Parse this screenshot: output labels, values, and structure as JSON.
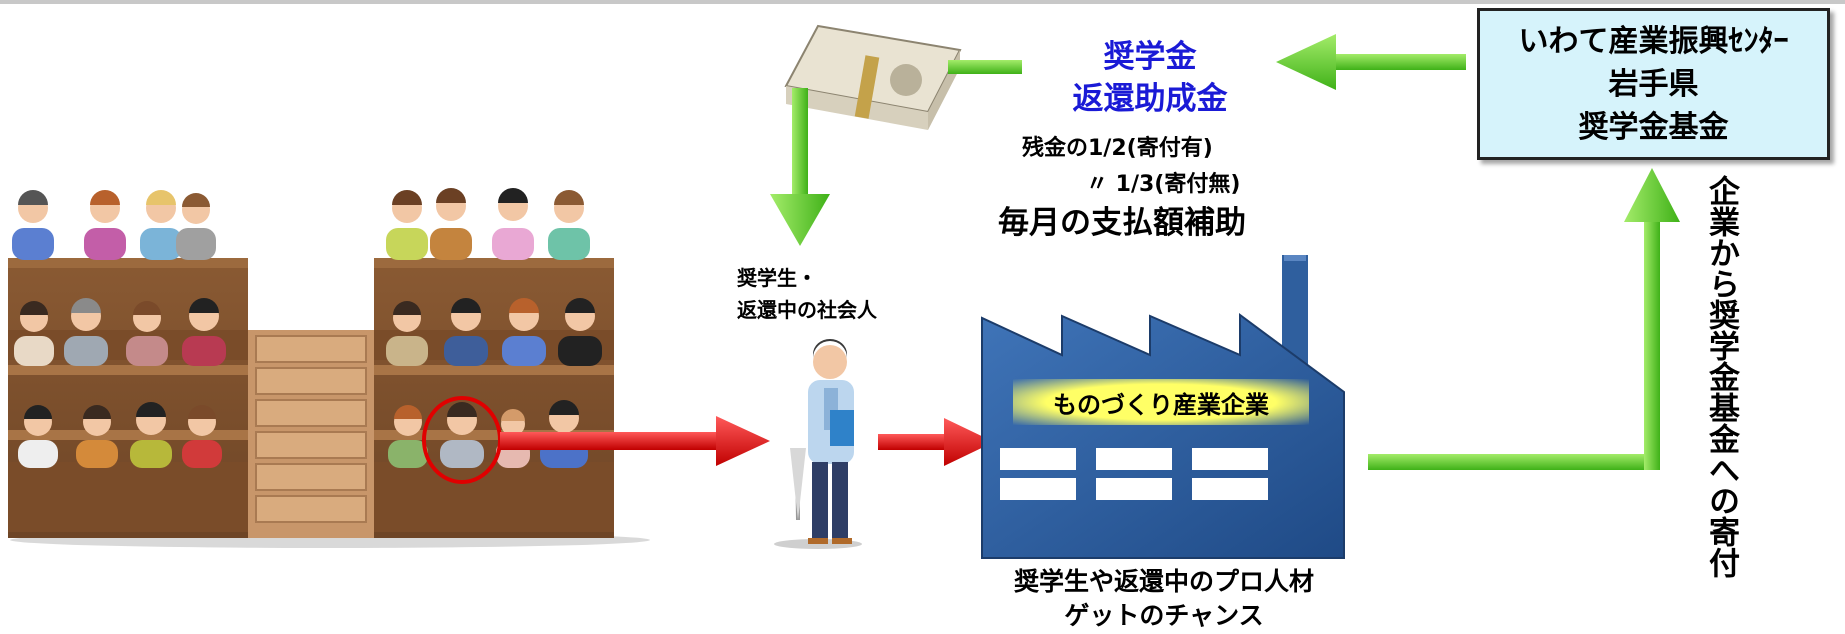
{
  "subsidy": {
    "title_line1": "奨学金",
    "title_line2": "返還助成金",
    "detail_line1": "残金の1/2(寄付有)",
    "detail_line2": "〃 1/3(寄付無)",
    "monthly": "毎月の支払額補助"
  },
  "fund_box": {
    "line1": "いわて産業振興ｾﾝﾀｰ",
    "line2": "岩手県",
    "line3": "奨学金基金"
  },
  "person_label": {
    "line1": "奨学生・",
    "line2": "返還中の社会人"
  },
  "factory": {
    "label": "ものづくり産業企業",
    "caption_line1": "奨学生や返還中のプロ人材",
    "caption_line2": "ゲットのチャンス"
  },
  "donation_label": "企業から奨学金基金への寄付",
  "colors": {
    "blue_text": "#1a1ad6",
    "green_arrow": "#5ad02a",
    "red_arrow": "#e01010",
    "factory_blue": "#2f5f9e",
    "box_fill": "#d6f3fb"
  }
}
